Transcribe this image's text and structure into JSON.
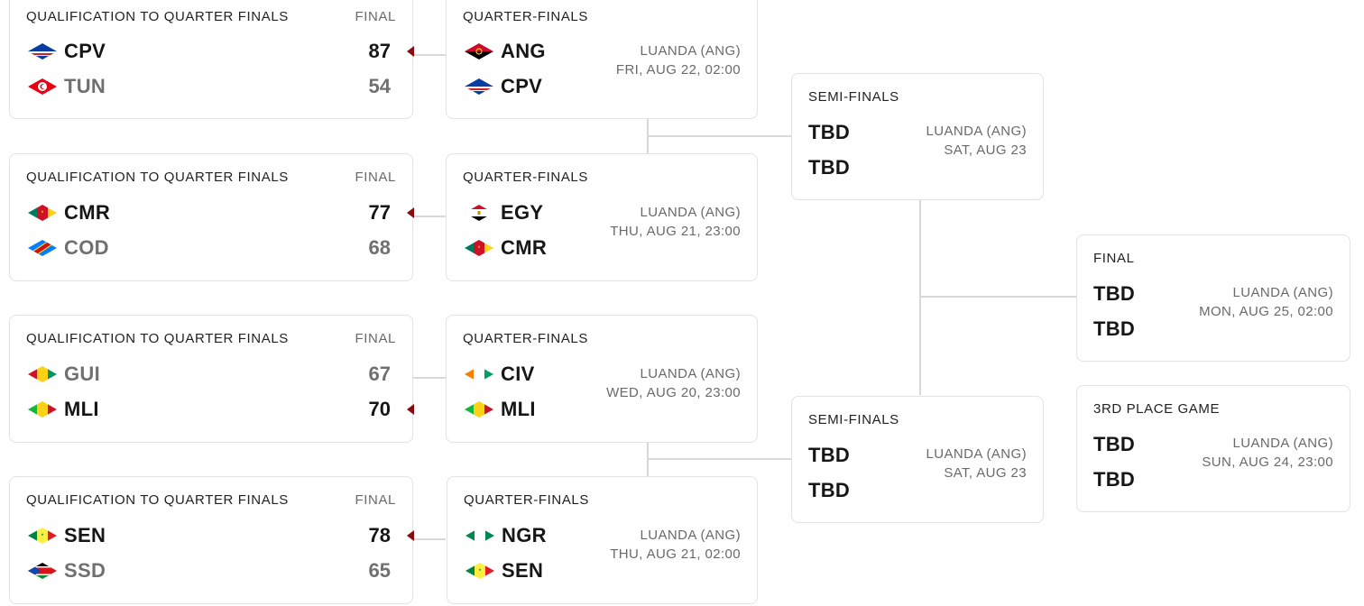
{
  "qualification_games": [
    {
      "title": "QUALIFICATION TO QUARTER FINALS",
      "status": "FINAL",
      "teams": [
        {
          "abbr": "CPV",
          "score": "87",
          "flag": "flag-cpv-icon",
          "winner": true
        },
        {
          "abbr": "TUN",
          "score": "54",
          "flag": "flag-tun-icon",
          "winner": false
        }
      ]
    },
    {
      "title": "QUALIFICATION TO QUARTER FINALS",
      "status": "FINAL",
      "teams": [
        {
          "abbr": "CMR",
          "score": "77",
          "flag": "flag-cmr-icon",
          "winner": true
        },
        {
          "abbr": "COD",
          "score": "68",
          "flag": "flag-cod-icon",
          "winner": false
        }
      ]
    },
    {
      "title": "QUALIFICATION TO QUARTER FINALS",
      "status": "FINAL",
      "teams": [
        {
          "abbr": "GUI",
          "score": "67",
          "flag": "flag-gui-icon",
          "winner": false
        },
        {
          "abbr": "MLI",
          "score": "70",
          "flag": "flag-mli-icon",
          "winner": true
        }
      ]
    },
    {
      "title": "QUALIFICATION TO QUARTER FINALS",
      "status": "FINAL",
      "teams": [
        {
          "abbr": "SEN",
          "score": "78",
          "flag": "flag-sen-icon",
          "winner": true
        },
        {
          "abbr": "SSD",
          "score": "65",
          "flag": "flag-ssd-icon",
          "winner": false
        }
      ]
    }
  ],
  "quarter_finals": [
    {
      "title": "QUARTER-FINALS",
      "venue": "LUANDA (ANG)",
      "datetime": "FRI, AUG 22, 02:00",
      "teams": [
        {
          "abbr": "ANG",
          "flag": "flag-ang-icon"
        },
        {
          "abbr": "CPV",
          "flag": "flag-cpv-icon"
        }
      ]
    },
    {
      "title": "QUARTER-FINALS",
      "venue": "LUANDA (ANG)",
      "datetime": "THU, AUG 21, 23:00",
      "teams": [
        {
          "abbr": "EGY",
          "flag": "flag-egy-icon"
        },
        {
          "abbr": "CMR",
          "flag": "flag-cmr-icon"
        }
      ]
    },
    {
      "title": "QUARTER-FINALS",
      "venue": "LUANDA (ANG)",
      "datetime": "WED, AUG 20, 23:00",
      "teams": [
        {
          "abbr": "CIV",
          "flag": "flag-civ-icon"
        },
        {
          "abbr": "MLI",
          "flag": "flag-mli-icon"
        }
      ]
    },
    {
      "title": "QUARTER-FINALS",
      "venue": "LUANDA (ANG)",
      "datetime": "THU, AUG 21, 02:00",
      "teams": [
        {
          "abbr": "NGR",
          "flag": "flag-ngr-icon"
        },
        {
          "abbr": "SEN",
          "flag": "flag-sen-icon"
        }
      ]
    }
  ],
  "semi_finals": [
    {
      "title": "SEMI-FINALS",
      "venue": "LUANDA (ANG)",
      "datetime": "SAT, AUG 23",
      "teams": [
        {
          "abbr": "TBD"
        },
        {
          "abbr": "TBD"
        }
      ]
    },
    {
      "title": "SEMI-FINALS",
      "venue": "LUANDA (ANG)",
      "datetime": "SAT, AUG 23",
      "teams": [
        {
          "abbr": "TBD"
        },
        {
          "abbr": "TBD"
        }
      ]
    }
  ],
  "final": {
    "title": "FINAL",
    "venue": "LUANDA (ANG)",
    "datetime": "MON, AUG 25, 02:00",
    "teams": [
      {
        "abbr": "TBD"
      },
      {
        "abbr": "TBD"
      }
    ]
  },
  "third_place": {
    "title": "3RD PLACE GAME",
    "venue": "LUANDA (ANG)",
    "datetime": "SUN, AUG 24, 23:00",
    "teams": [
      {
        "abbr": "TBD"
      },
      {
        "abbr": "TBD"
      }
    ]
  },
  "colors": {
    "winner_marker": "#8a0a12",
    "connector": "#d8d8d8",
    "muted_text": "#6a6a6a"
  }
}
